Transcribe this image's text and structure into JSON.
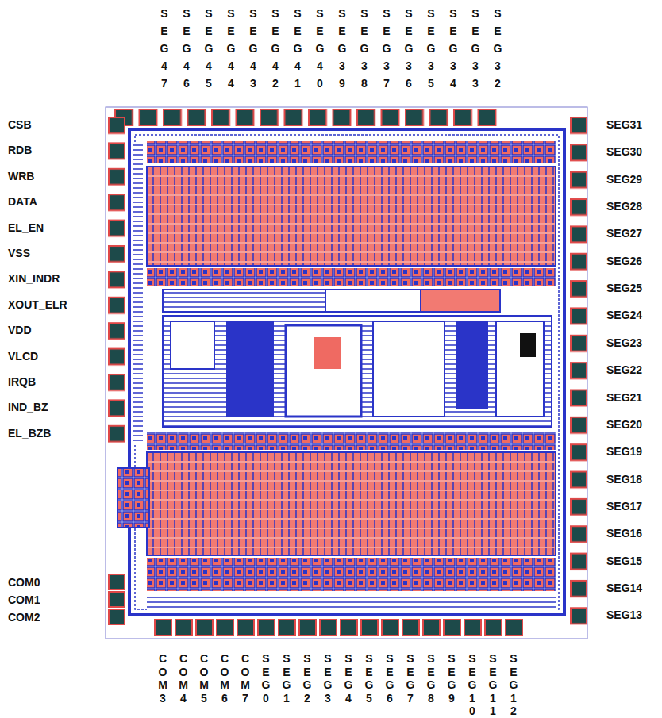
{
  "diagram": {
    "labels": [
      "SEG47",
      "SEG46",
      "SEG45",
      "SEG44",
      "SEG43",
      "SEG42",
      "SEG41",
      "SEG40",
      "SEG39",
      "SEG38",
      "SEG37",
      "SEG36",
      "SEG35",
      "SEG34",
      "SEG33",
      "SEG32",
      "CSB",
      "RDB",
      "WRB",
      "DATA",
      "EL_EN",
      "VSS",
      "XIN_INDR",
      "XOUT_ELR",
      "VDD",
      "VLCD",
      "IRQB",
      "IND_BZ",
      "EL_BZB",
      "COM0",
      "COM1",
      "COM2",
      "SEG31",
      "SEG30",
      "SEG29",
      "SEG28",
      "SEG27",
      "SEG26",
      "SEG25",
      "SEG24",
      "SEG23",
      "SEG22",
      "SEG21",
      "SEG20",
      "SEG19",
      "SEG18",
      "SEG17",
      "SEG16",
      "SEG15",
      "SEG14",
      "SEG13",
      "COM3",
      "COM4",
      "COM5",
      "COM6",
      "COM7",
      "SEG0",
      "SEG1",
      "SEG2",
      "SEG3",
      "SEG4",
      "SEG5",
      "SEG6",
      "SEG7",
      "SEG8",
      "SEG9",
      "SEG10",
      "SEG11",
      "SEG12"
    ]
  }
}
